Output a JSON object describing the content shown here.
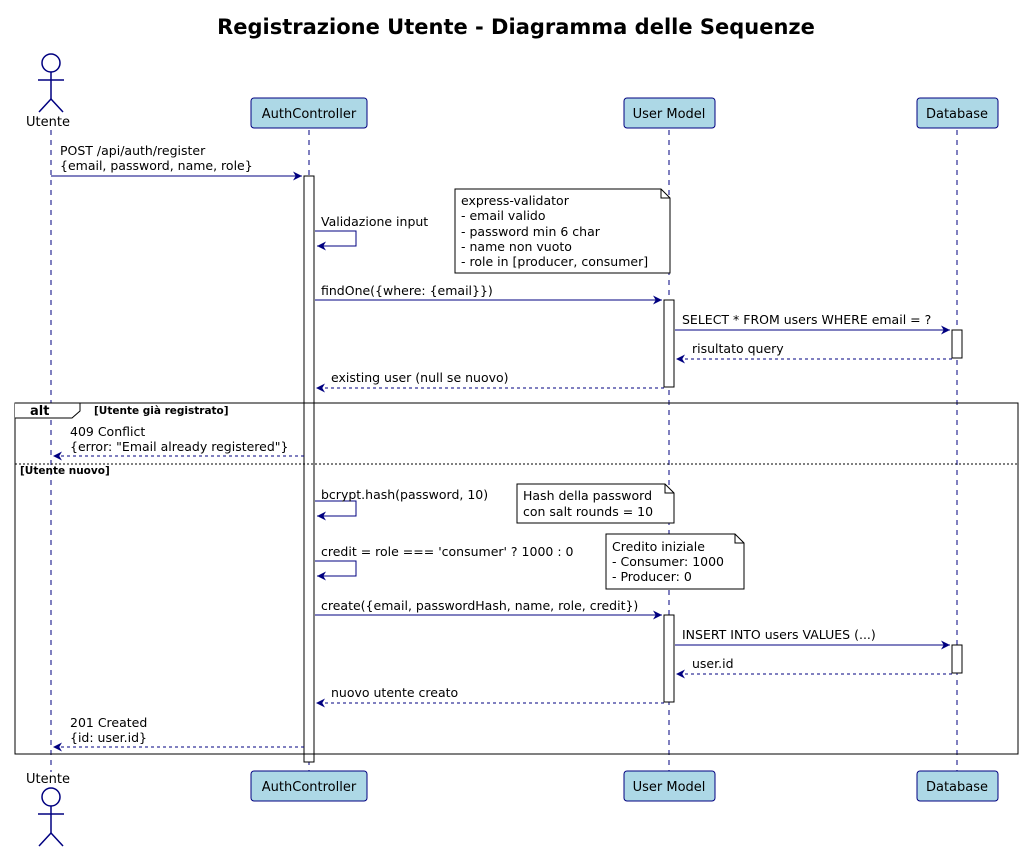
{
  "title": "Registrazione Utente - Diagramma delle Sequenze",
  "colors": {
    "participant_fill": "#add8e6",
    "line": "#000080",
    "note_fill": "#ffffff"
  },
  "participants": [
    {
      "id": "utente",
      "label": "Utente",
      "kind": "actor",
      "icon": "person-icon"
    },
    {
      "id": "auth",
      "label": "AuthController",
      "kind": "participant"
    },
    {
      "id": "user_model",
      "label": "User Model",
      "kind": "participant"
    },
    {
      "id": "database",
      "label": "Database",
      "kind": "participant"
    }
  ],
  "messages": [
    {
      "lines": [
        "POST /api/auth/register",
        "{email, password, name, role}"
      ],
      "from": "utente",
      "to": "auth",
      "style": "sync"
    },
    {
      "lines": [
        "Validazione input"
      ],
      "from": "auth",
      "to": "auth",
      "style": "self"
    },
    {
      "lines": [
        "findOne({where: {email}})"
      ],
      "from": "auth",
      "to": "user_model",
      "style": "sync"
    },
    {
      "lines": [
        "SELECT * FROM users WHERE email = ?"
      ],
      "from": "user_model",
      "to": "database",
      "style": "sync"
    },
    {
      "lines": [
        "risultato query"
      ],
      "from": "database",
      "to": "user_model",
      "style": "return"
    },
    {
      "lines": [
        "existing user (null se nuovo)"
      ],
      "from": "user_model",
      "to": "auth",
      "style": "return"
    },
    {
      "lines": [
        "409 Conflict",
        "{error: \"Email already registered\"}"
      ],
      "from": "auth",
      "to": "utente",
      "style": "return"
    },
    {
      "lines": [
        "bcrypt.hash(password, 10)"
      ],
      "from": "auth",
      "to": "auth",
      "style": "self"
    },
    {
      "lines": [
        "credit = role === 'consumer' ? 1000 : 0"
      ],
      "from": "auth",
      "to": "auth",
      "style": "self"
    },
    {
      "lines": [
        "create({email, passwordHash, name, role, credit})"
      ],
      "from": "auth",
      "to": "user_model",
      "style": "sync"
    },
    {
      "lines": [
        "INSERT INTO users VALUES (...)"
      ],
      "from": "user_model",
      "to": "database",
      "style": "sync"
    },
    {
      "lines": [
        "user.id"
      ],
      "from": "database",
      "to": "user_model",
      "style": "return"
    },
    {
      "lines": [
        "nuovo utente creato"
      ],
      "from": "user_model",
      "to": "auth",
      "style": "return"
    },
    {
      "lines": [
        "201 Created",
        "{id: user.id}"
      ],
      "from": "auth",
      "to": "utente",
      "style": "return"
    }
  ],
  "notes": [
    {
      "lines": [
        "express-validator",
        "- email valido",
        "- password min 6 char",
        "- name non vuoto",
        "- role in [producer, consumer]"
      ]
    },
    {
      "lines": [
        "Hash della password",
        "con salt rounds = 10"
      ]
    },
    {
      "lines": [
        "Credito iniziale",
        "- Consumer: 1000",
        "- Producer: 0"
      ]
    }
  ],
  "fragment": {
    "keyword": "alt",
    "guard1": "[Utente già registrato]",
    "guard2": "[Utente nuovo]"
  }
}
